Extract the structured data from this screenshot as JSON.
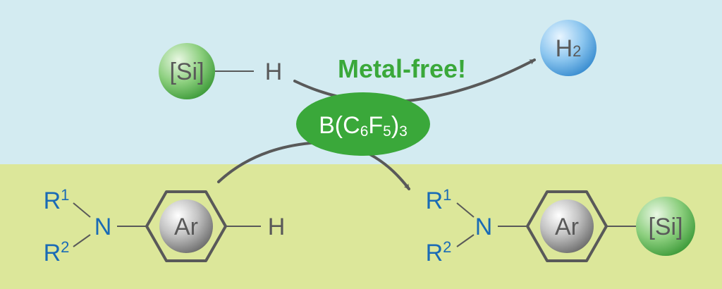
{
  "colors": {
    "top_band": "#d3ebf1",
    "bottom_band": "#dce79a",
    "catalyst_fill": "#3aa83a",
    "highlight_text": "#3aa83a",
    "reagent_text": "#1a6bb5",
    "bond_gray": "#595959",
    "arrow_gray": "#595959"
  },
  "silane": {
    "si_label": "[Si]",
    "h_label": "H"
  },
  "hydrogen": {
    "label": "H",
    "subscript": "2"
  },
  "highlight": {
    "label": "Metal-free!"
  },
  "catalyst": {
    "prefix": "B(C",
    "sub1": "6",
    "mid": "F",
    "sub2": "5",
    "close": ")",
    "sub3": "3"
  },
  "substrate": {
    "r1": "R",
    "r1_sup": "1",
    "r2": "R",
    "r2_sup": "2",
    "n_label": "N",
    "ring_label": "Ar",
    "h_label": "H"
  },
  "product": {
    "r1": "R",
    "r1_sup": "1",
    "r2": "R",
    "r2_sup": "2",
    "n_label": "N",
    "ring_label": "Ar",
    "si_label": "[Si]"
  }
}
